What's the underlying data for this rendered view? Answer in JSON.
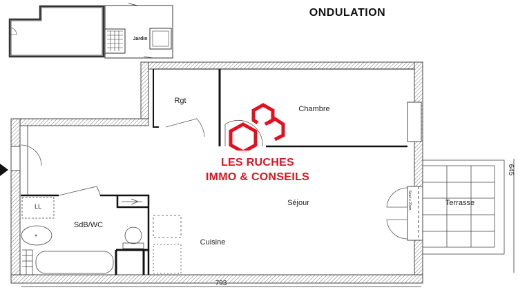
{
  "title": "ONDULATION",
  "mini_plan": {
    "garden_label": "Jardin"
  },
  "rooms": {
    "rgt": "Rgt",
    "chambre": "Chambre",
    "sejour": "Séjour",
    "terrasse": "Terrasse",
    "sdb": "SdB/WC",
    "cuisine": "Cuisine",
    "ll": "LL"
  },
  "threshold_note": "Seuil ≤ 20cm",
  "dimensions": {
    "width": "793",
    "depth": "645"
  },
  "logo": {
    "line1": "LES RUCHES",
    "line2": "IMMO & CONSEILS",
    "color": "#e3101f"
  }
}
